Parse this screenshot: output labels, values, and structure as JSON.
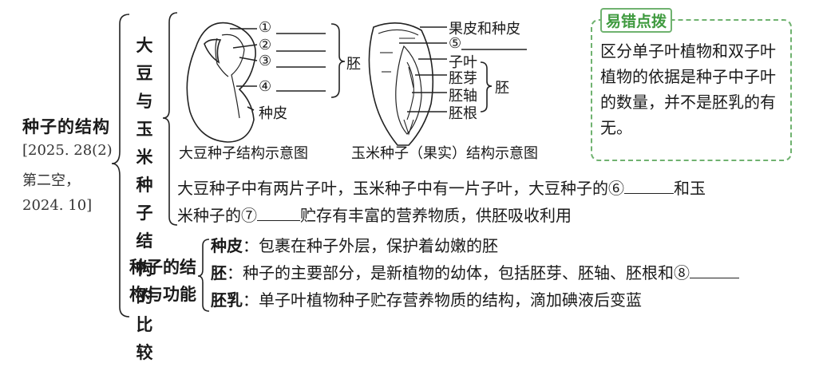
{
  "title": "种子的结构",
  "meta_lines": [
    "[2025. 28(2)",
    "第二空，",
    "2024. 10]"
  ],
  "comparison": {
    "label_chars": [
      "大豆",
      "与玉",
      "米种",
      "子结",
      "构的",
      "比较"
    ],
    "soy": {
      "markers": [
        "①",
        "②",
        "③",
        "④"
      ],
      "embryo": "胚",
      "seed_coat": "种皮",
      "caption": "大豆种子结构示意图"
    },
    "corn": {
      "pericarp": "果皮和种皮",
      "marker5": "⑤",
      "parts": [
        "子叶",
        "胚芽",
        "胚轴",
        "胚根"
      ],
      "embryo": "胚",
      "caption": "玉米种子（果实）结构示意图"
    },
    "summary_line1_a": "大豆种子中有两片子叶，玉米种子中有一片子叶，大豆种子的⑥",
    "summary_line1_b": "和玉",
    "summary_line2_a": "米种子的⑦",
    "summary_line2_b": "贮存有丰富的营养物质，供胚吸收利用"
  },
  "functions": {
    "label_lines": [
      "种子的结",
      "构与功能"
    ],
    "items": [
      {
        "term": "种皮",
        "text": "：包裹在种子外层，保护着幼嫩的胚"
      },
      {
        "term": "胚",
        "text": "：种子的主要部分，是新植物的幼体，包括胚芽、胚轴、胚根和⑧"
      },
      {
        "term": "胚乳",
        "text": "：单子叶植物种子贮存营养物质的结构，滴加碘液后变蓝"
      }
    ]
  },
  "tip": {
    "tag": "易错点拨",
    "text": "区分单子叶植物和双子叶植物的依据是种子中子叶的数量，并不是胚乳的有无。"
  },
  "colors": {
    "tip_accent": "#6fb26f",
    "tip_title": "#3f9a3f"
  }
}
